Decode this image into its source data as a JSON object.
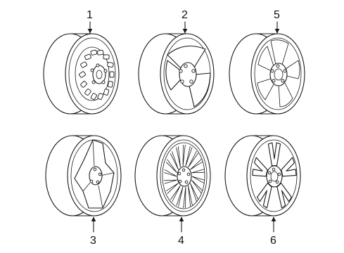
{
  "callouts": {
    "c1": "1",
    "c2": "2",
    "c3": "3",
    "c4": "4",
    "c5": "5",
    "c6": "6"
  },
  "parts": [
    {
      "callout": "1",
      "icon": "steel-wheel-slotted-icon"
    },
    {
      "callout": "2",
      "icon": "alloy-wheel-3-spoke-icon"
    },
    {
      "callout": "5",
      "icon": "alloy-wheel-5-spoke-icon"
    },
    {
      "callout": "3",
      "icon": "alloy-wheel-5-spoke-flat-icon"
    },
    {
      "callout": "4",
      "icon": "alloy-wheel-multi-spoke-icon"
    },
    {
      "callout": "6",
      "icon": "alloy-wheel-split-spoke-icon"
    }
  ]
}
